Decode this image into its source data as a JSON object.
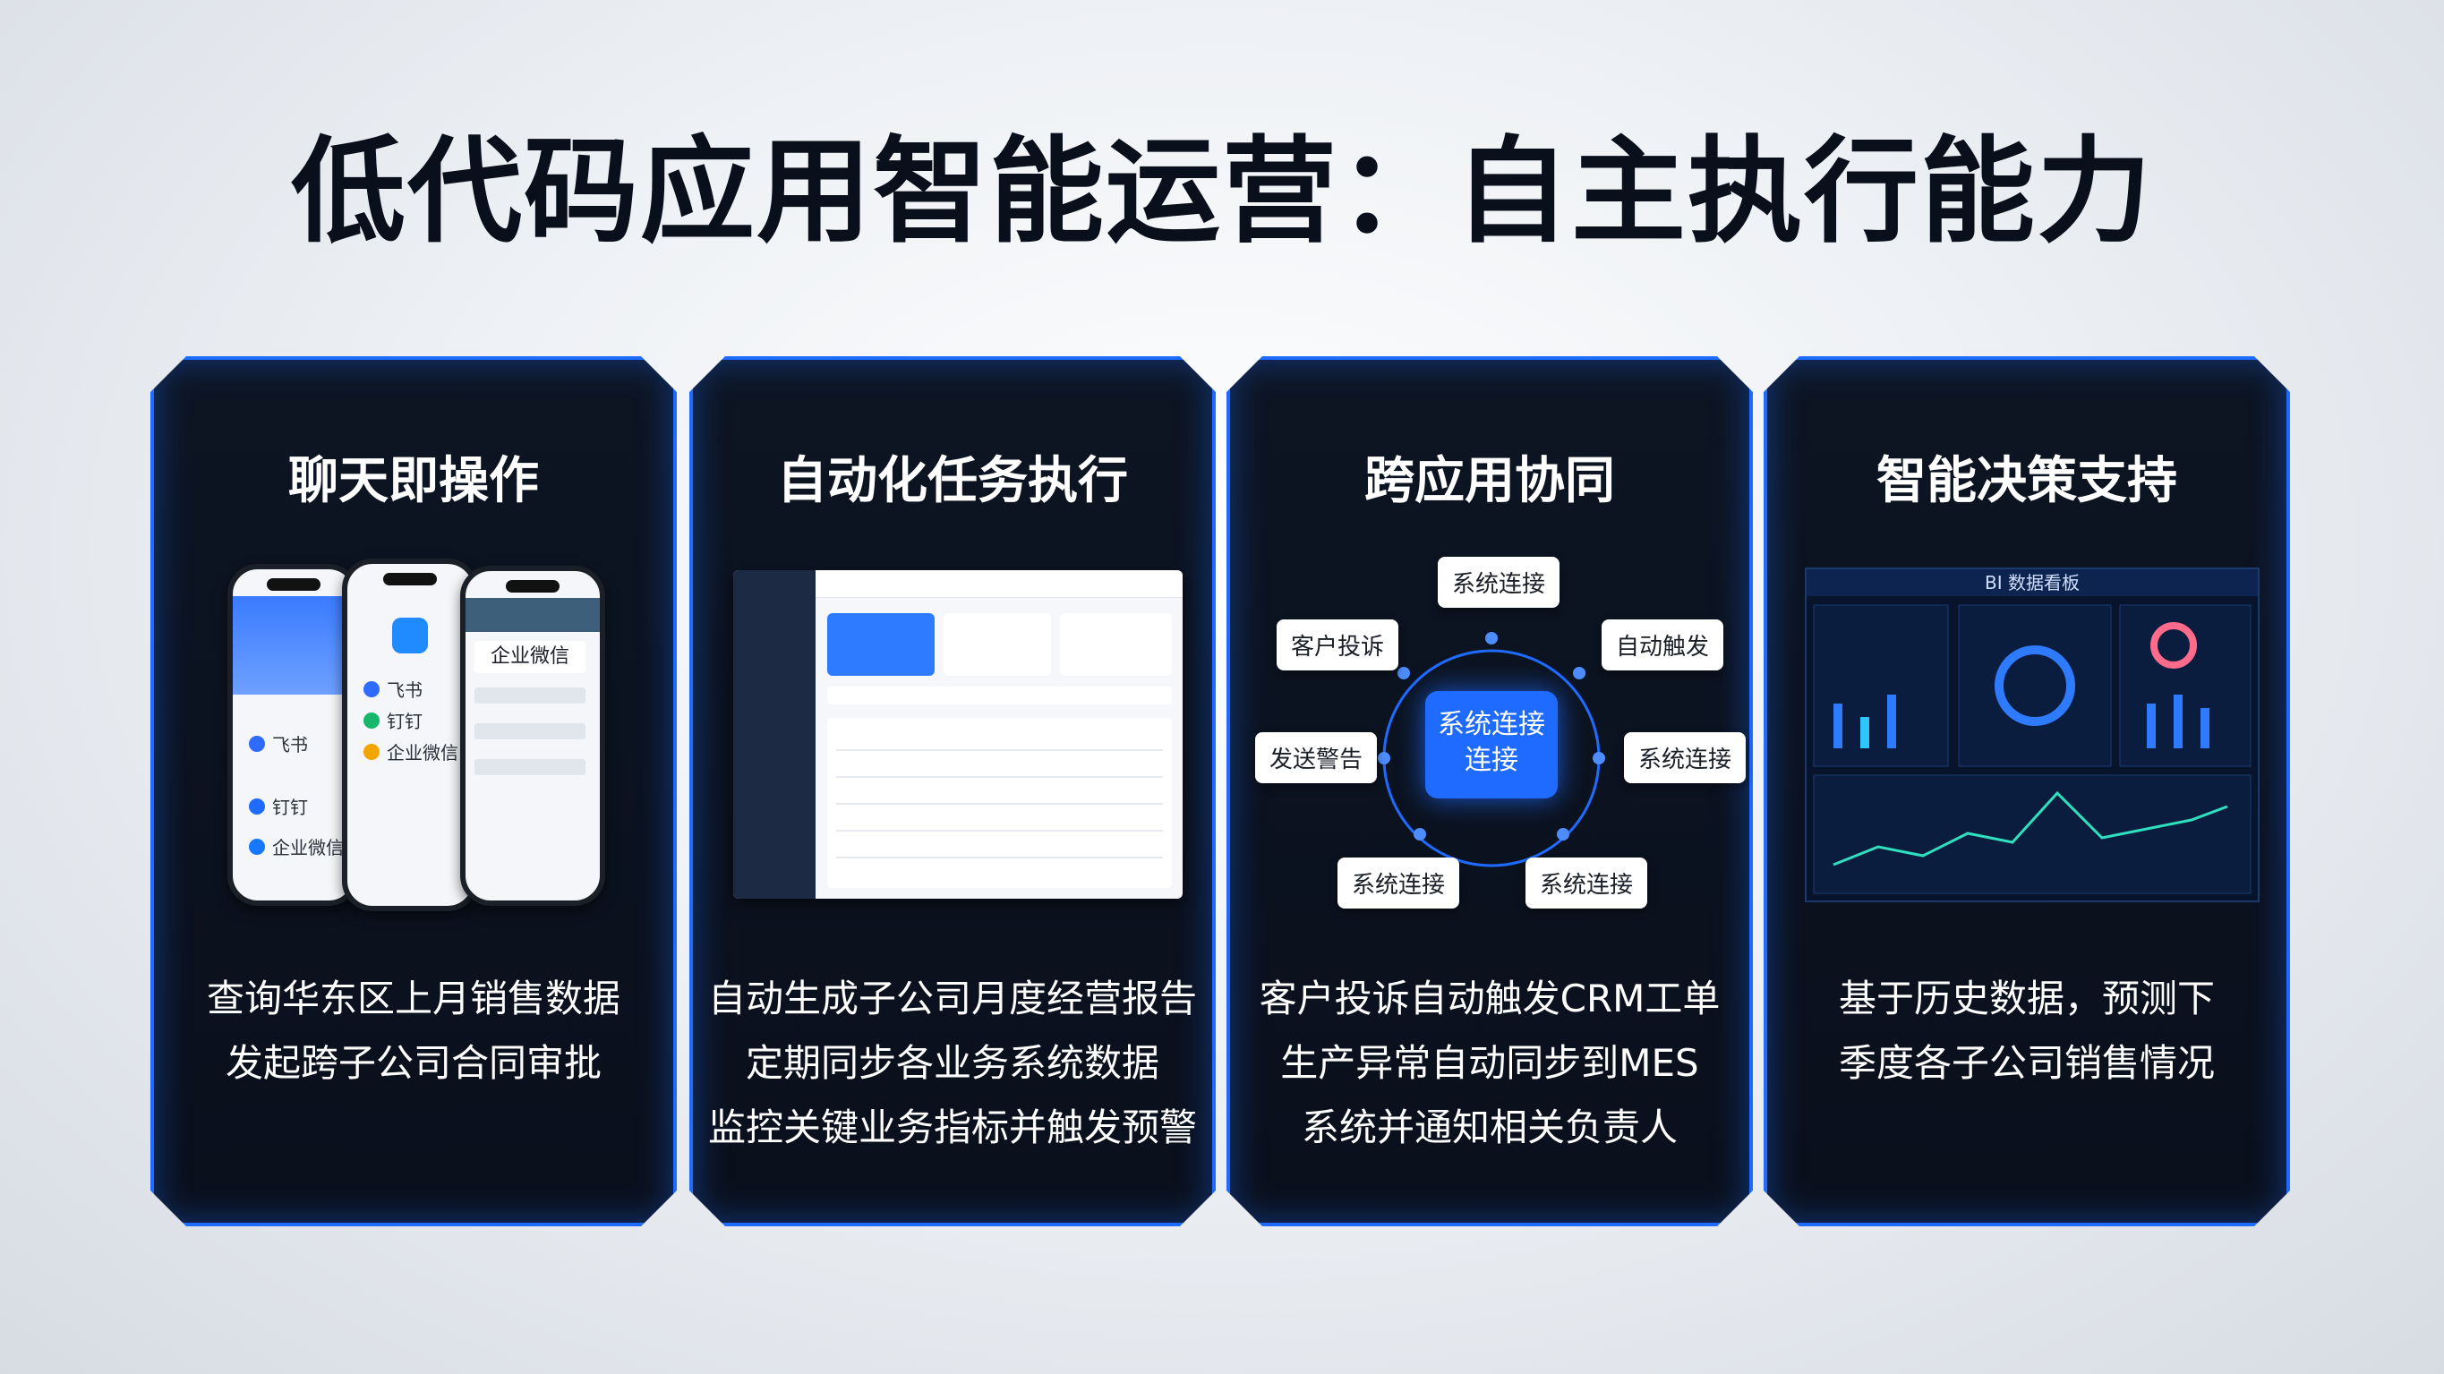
{
  "title": "低代码应用智能运营：自主执行能力",
  "cards": [
    {
      "title": "聊天即操作",
      "lines": [
        "查询华东区上月销售数据",
        "发起跨子公司合同审批"
      ],
      "phones": {
        "left": {
          "apps": [
            "飞书",
            "钉钉",
            "企业微信"
          ]
        },
        "middle": {
          "apps": [
            "飞书",
            "钉钉",
            "企业微信"
          ]
        },
        "right": {
          "header": "企业微信"
        }
      }
    },
    {
      "title": "自动化任务执行",
      "lines": [
        "自动生成子公司月度经营报告",
        "定期同步各业务系统数据",
        "监控关键业务指标并触发预警"
      ]
    },
    {
      "title": "跨应用协同",
      "lines": [
        "客户投诉自动触发CRM工单",
        "生产异常自动同步到MES",
        "系统并通知相关负责人"
      ],
      "network": {
        "center": [
          "系统连接",
          "连接"
        ],
        "nodes": [
          "系统连接",
          "自动触发",
          "系统连接",
          "系统连接",
          "系统连接",
          "发送警告",
          "客户投诉"
        ]
      }
    },
    {
      "title": "智能决策支持",
      "lines": [
        "基于历史数据，预测下",
        "季度各子公司销售情况"
      ],
      "dashboard": {
        "header": "BI 数据看板"
      }
    }
  ],
  "colors": {
    "accent": "#1f6bff",
    "card_bg": "#0d1523"
  }
}
